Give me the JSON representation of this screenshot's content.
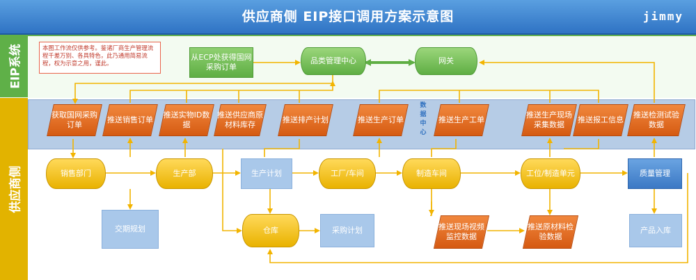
{
  "header": {
    "title": "供应商侧 EIP接口调用方案示意图",
    "author": "jimmy"
  },
  "lanes": {
    "eip": "EIP系统",
    "supply": "供应商侧"
  },
  "note": "本图工作流仅供参考。鉴诸厂商生产管理流程千差万别、各具特色，此乃通用简易流程，权为示意之用，谨此。",
  "eip_nodes": {
    "ecp_source": "从ECP处获得国网采购订单",
    "category_center": "品类管理中心",
    "gateway": "网关"
  },
  "data_center_label": "数据中心",
  "interfaces": [
    "获取国网采购订单",
    "推送销售订单",
    "推送实物ID数据",
    "推送供应商原材料库存",
    "推送排产计划",
    "推送生产订单",
    "推送生产工单",
    "推送生产现场采集数据",
    "推送报工信息",
    "推送检测试验数据"
  ],
  "supply_nodes": {
    "sales": "销售部门",
    "production_dept": "生产部",
    "production_plan": "生产计划",
    "factory": "工厂/车间",
    "workshop": "制造车间",
    "work_unit": "工位/制造单元",
    "quality": "质量管理",
    "delivery_plan": "交期规划",
    "warehouse": "仓库",
    "purchase_plan": "采购计划",
    "push_video": "推送现场视频监控数据",
    "push_material": "推送原材料检验数据",
    "product_stock": "产品入库"
  },
  "colors": {
    "eip_green": "#5fb048",
    "supply_yellow": "#e2b300",
    "interface_orange": "#e06c1f",
    "data_center_blue": "#b6cce6",
    "arrow_yellow": "#f2b400"
  }
}
